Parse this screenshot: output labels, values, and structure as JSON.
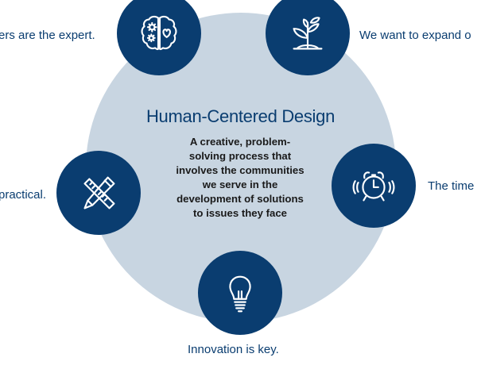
{
  "center": {
    "title": "Human-Centered Design",
    "description_lines": [
      "A creative, problem-",
      "solving process that",
      "involves the communities",
      "we serve in the",
      "development of solutions",
      "to issues they face"
    ]
  },
  "nodes": [
    {
      "icon": "brain-gears-heart-icon",
      "label": "ers are the expert."
    },
    {
      "icon": "plant-sprout-icon",
      "label": "We want to expand o"
    },
    {
      "icon": "alarm-clock-icon",
      "label": "The time"
    },
    {
      "icon": "lightbulb-icon",
      "label": "Innovation is key."
    },
    {
      "icon": "pencil-ruler-icon",
      "label": "practical."
    }
  ],
  "colors": {
    "node": "#0a3d70",
    "background_circle": "#c8d5e1",
    "label_text": "#0a3d70",
    "body_text": "#1a1a1a"
  }
}
